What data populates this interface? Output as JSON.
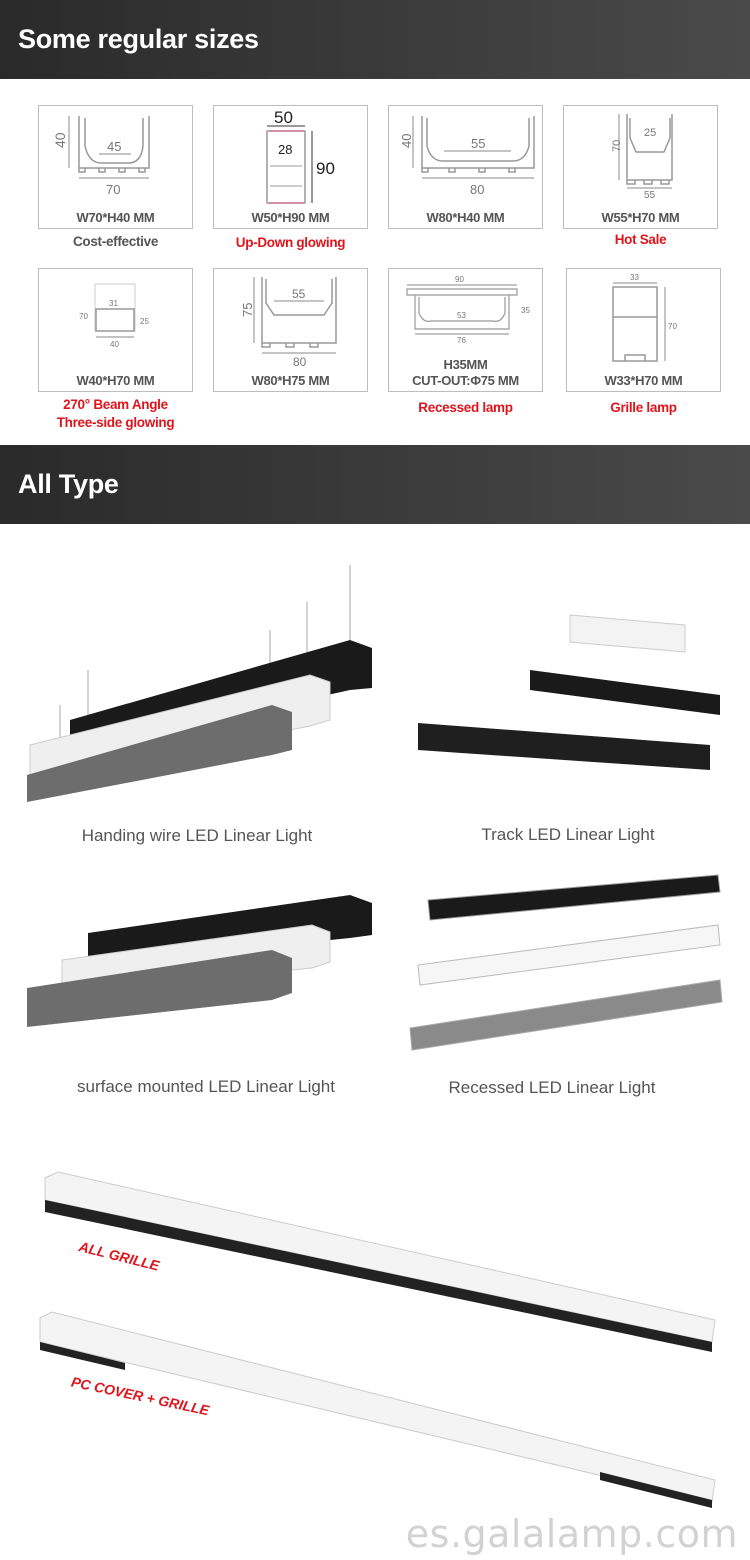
{
  "sections": {
    "sizes_title": "Some regular sizes",
    "types_title": "All Type"
  },
  "profiles": [
    {
      "spec": "W70*H40 MM",
      "caption": "Cost-effective",
      "caption_color": "#555555",
      "dims": {
        "w": "70",
        "h": "40",
        "inner": "45"
      }
    },
    {
      "spec": "W50*H90 MM",
      "caption": "Up-Down glowing",
      "caption_color": "#e0141c",
      "dims": {
        "w": "50",
        "h": "90",
        "inner": "28"
      }
    },
    {
      "spec": "W80*H40 MM",
      "caption": "",
      "dims": {
        "w": "80",
        "h": "40",
        "inner": "55"
      }
    },
    {
      "spec": "W55*H70 MM",
      "caption": "Hot Sale",
      "caption_color": "#e0141c",
      "dims": {
        "w": "55",
        "h": "70",
        "inner": "25"
      }
    },
    {
      "spec": "W40*H70 MM",
      "caption": "270° Beam Angle",
      "caption2": "Three-side glowing",
      "caption_color": "#e0141c",
      "dims": {
        "w": "40",
        "h": "70",
        "inner": "31",
        "h2": "25"
      }
    },
    {
      "spec": "W80*H75 MM",
      "caption": "",
      "dims": {
        "w": "80",
        "h": "75",
        "inner": "55"
      }
    },
    {
      "spec": "H35MM",
      "spec2": "CUT-OUT:Φ75 MM",
      "caption": "Recessed lamp",
      "caption_color": "#e0141c",
      "dims": {
        "top": "90",
        "w": "76",
        "h": "35",
        "inner": "53"
      }
    },
    {
      "spec": "W33*H70 MM",
      "caption": "Grille lamp",
      "caption_color": "#e0141c",
      "dims": {
        "w": "33",
        "h": "70"
      }
    }
  ],
  "types": [
    {
      "label": "Handing wire LED Linear Light"
    },
    {
      "label": "Track LED Linear Light"
    },
    {
      "label": "surface mounted LED Linear Light"
    },
    {
      "label": "Recessed LED Linear Light"
    }
  ],
  "grille": {
    "label1": "ALL  GRILLE",
    "label2": "PC COVER + GRILLE"
  },
  "watermark": "es.galalamp.com",
  "colors": {
    "accent_red": "#e0141c",
    "header_bg": "#333333"
  }
}
